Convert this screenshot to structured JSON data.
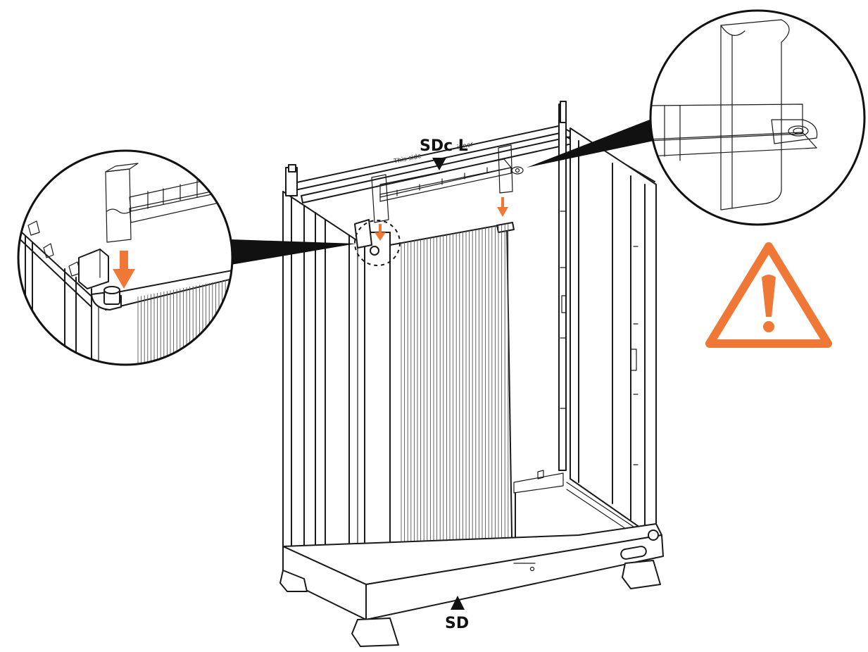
{
  "labels": {
    "part_top": "SDc L",
    "part_bottom": "SD",
    "side_text_1": "This side",
    "side_text_2": "inner"
  },
  "colors": {
    "part_fill": "#f9d3bd",
    "arrow": "#f07836",
    "warning": "#f07836",
    "line": "#1a1a1a"
  },
  "icons": {
    "warning": "warning-triangle-icon",
    "arrows": "arrow-down-icon"
  }
}
